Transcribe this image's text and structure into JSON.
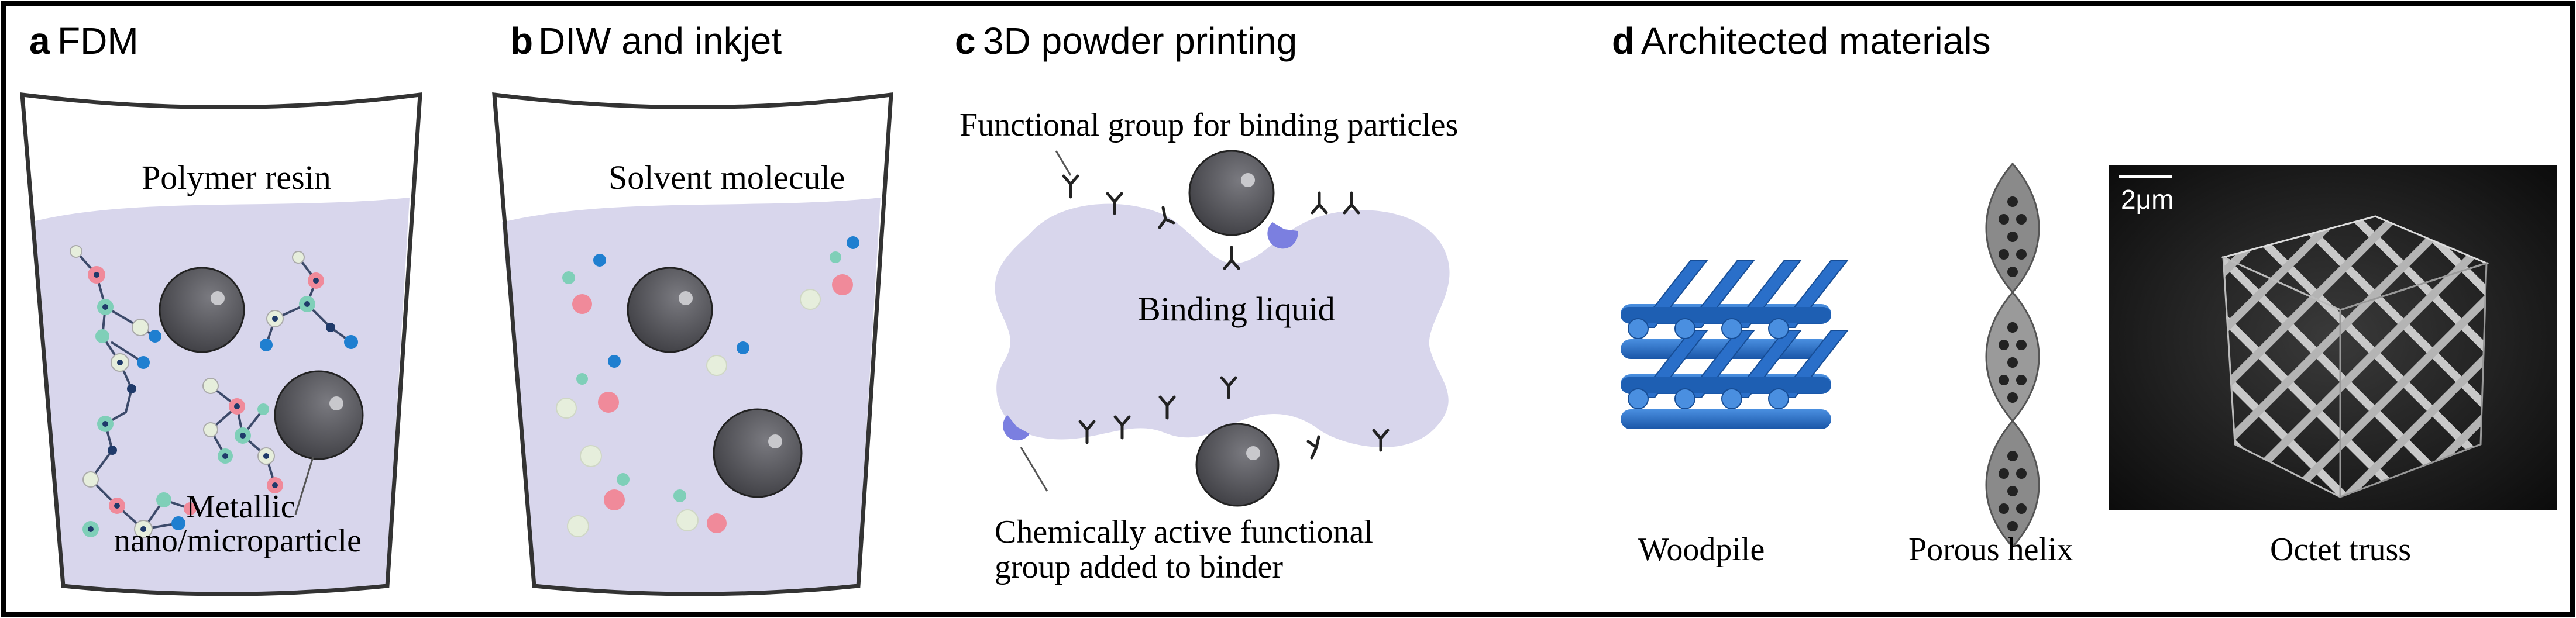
{
  "panels": {
    "a": {
      "letter": "a",
      "title": "FDM",
      "label_resin": "Polymer resin",
      "label_particle_line1": "Metallic",
      "label_particle_line2": "nano/microparticle"
    },
    "b": {
      "letter": "b",
      "title": "DIW and inkjet",
      "label_solvent": "Solvent molecule"
    },
    "c": {
      "letter": "c",
      "title": "3D powder printing",
      "label_functional": "Functional group for binding particles",
      "label_binding": "Binding liquid",
      "label_active_line1": "Chemically active functional",
      "label_active_line2": "group added to binder"
    },
    "d": {
      "letter": "d",
      "title": "Architected materials",
      "scale_bar": "2μm",
      "label_woodpile": "Woodpile",
      "label_helix": "Porous helix",
      "label_octet": "Octet truss"
    }
  },
  "colors": {
    "liquid": "#d8d6ec",
    "particle": "#58585c",
    "pink": "#f08a9a",
    "teal": "#7fcfb8",
    "blue": "#1f7fd0",
    "pale": "#e6eedc",
    "woodpile": "#2a6fc9",
    "binder_group": "#7b7fe0"
  }
}
